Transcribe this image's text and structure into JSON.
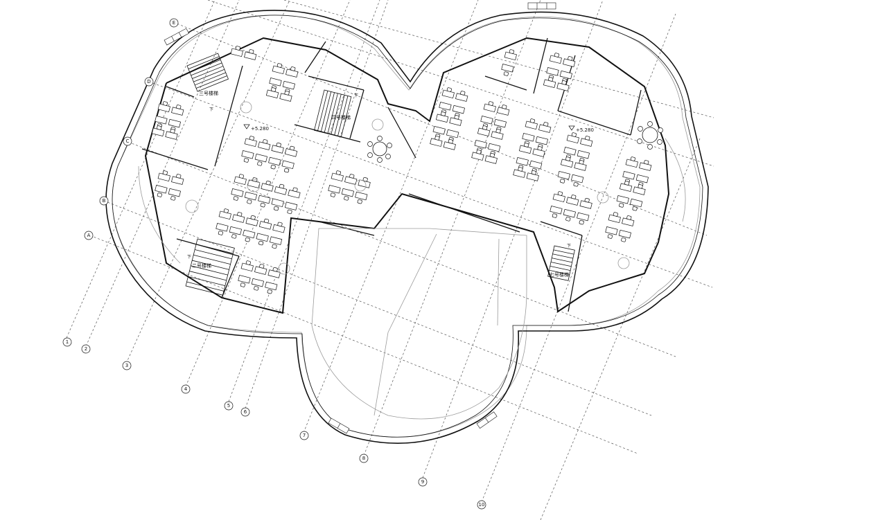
{
  "plan": {
    "grid_labels_numbered": [
      "1",
      "2",
      "3",
      "4",
      "5",
      "6",
      "7",
      "8",
      "9",
      "10"
    ],
    "grid_labels_lettered": [
      "A",
      "B",
      "C",
      "D",
      "E"
    ],
    "stairs": [
      {
        "id": "stair-3",
        "label": "三号楼梯",
        "down": "下"
      },
      {
        "id": "stair-4",
        "label": "四号楼梯",
        "down": "下"
      },
      {
        "id": "stair-2",
        "label": "二号楼梯",
        "down": "下"
      },
      {
        "id": "stair-7",
        "label": "七号楼梯",
        "down": "下"
      }
    ],
    "elevations": [
      "+5.280",
      "+5.280"
    ],
    "colors": {
      "line": "#111111",
      "light": "#9a9a9a",
      "grid": "#555555"
    }
  }
}
